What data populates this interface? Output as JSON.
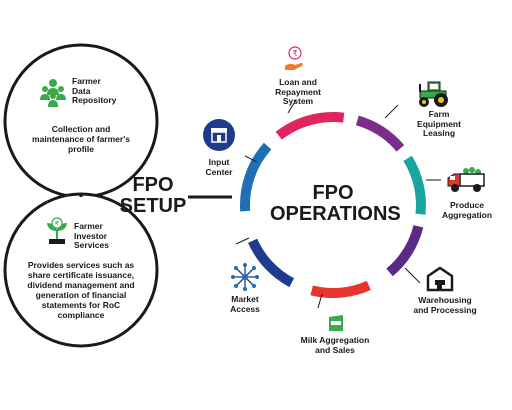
{
  "setup": {
    "label_line1": "FPO",
    "label_line2": "SETUP",
    "repository": {
      "title_lines": [
        "Farmer",
        "Data",
        "Repository"
      ],
      "description": "Collection and maintenance of farmer's profile",
      "icon": "people-group-icon"
    },
    "investor": {
      "title_lines": [
        "Farmer",
        "Investor",
        "Services"
      ],
      "description": "Provides services such as share certificate issuance, dividend management and generation of financial statements for RoC compliance",
      "icon": "rupee-plant-icon"
    }
  },
  "operations": {
    "title_line1": "FPO",
    "title_line2": "OPERATIONS",
    "items": [
      {
        "lines": [
          "Loan and",
          "Repayment",
          "System"
        ],
        "icon": "rupee-hand-icon",
        "color": "#e0245e"
      },
      {
        "lines": [
          "Farm",
          "Equipment",
          "Leasing"
        ],
        "icon": "tractor-icon",
        "color": "#7b2d8e"
      },
      {
        "lines": [
          "Produce",
          "Aggregation"
        ],
        "icon": "produce-truck-icon",
        "color": "#1aa5a0"
      },
      {
        "lines": [
          "Warehousing",
          "and Processing"
        ],
        "icon": "warehouse-icon",
        "color": "#5b2a86"
      },
      {
        "lines": [
          "Milk Aggregation",
          "and Sales"
        ],
        "icon": "milk-pack-icon",
        "color": "#e8352b"
      },
      {
        "lines": [
          "Market",
          "Access"
        ],
        "icon": "network-icon",
        "color": "#1f3b8c"
      },
      {
        "lines": [
          "Input",
          "Center"
        ],
        "icon": "store-icon",
        "color": "#1f6fb5"
      }
    ]
  },
  "colors": {
    "green": "#3aa94a",
    "navy": "#1f3b8c",
    "black": "#1a1a1a"
  }
}
